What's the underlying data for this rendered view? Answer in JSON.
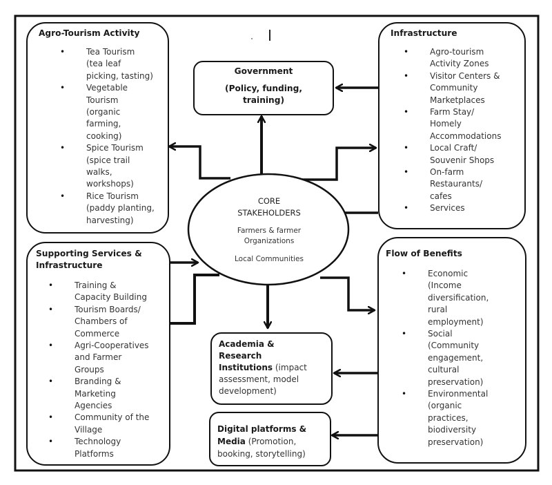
{
  "diagram": {
    "agro_tourism": {
      "title": "Agro-Tourism Activity",
      "items": [
        "Tea Tourism\n(tea leaf\npicking, tasting)",
        "Vegetable\nTourism\n(organic\nfarming,\ncooking)",
        "Spice Tourism\n(spice trail\nwalks,\nworkshops)",
        "Rice Tourism\n(paddy planting,\nharvesting)"
      ]
    },
    "government": {
      "title": "Government",
      "subtitle": "(Policy, funding,\ntraining)"
    },
    "infrastructure": {
      "title": "Infrastructure",
      "items": [
        "Agro-tourism\nActivity Zones",
        "Visitor Centers &\nCommunity\nMarketplaces",
        "Farm Stay/\nHomely\nAccommodations",
        "Local Craft/\nSouvenir Shops",
        "On-farm\nRestaurants/\ncafes",
        "Services"
      ]
    },
    "core": {
      "title": "CORE\nSTAKEHOLDERS",
      "line1": "Farmers & farmer\nOrganizations",
      "line2": "Local Communities"
    },
    "supporting": {
      "title": "Supporting Services &\nInfrastructure",
      "items": [
        "Training &\nCapacity Building",
        "Tourism Boards/\nChambers of\nCommerce",
        "Agri-Cooperatives\nand Farmer\nGroups",
        "Branding &\nMarketing\nAgencies",
        "Community of the\nVillage",
        "Technology\nPlatforms"
      ]
    },
    "benefits": {
      "title": "Flow of Benefits",
      "items": [
        "Economic\n(Income\ndiversification,\nrural\nemployment)",
        "Social\n(Community\nengagement,\ncultural\npreservation)",
        "Environmental\n(organic\npractices,\nbiodiversity\npreservation)"
      ]
    },
    "academia": {
      "title": "Academia &\nResearch\nInstitutions",
      "desc": " (impact\nassessment, model\ndevelopment)"
    },
    "digital": {
      "title": "Digital platforms &\nMedia",
      "desc": " (Promotion,\nbooking, storytelling)"
    },
    "bullet": "•"
  }
}
